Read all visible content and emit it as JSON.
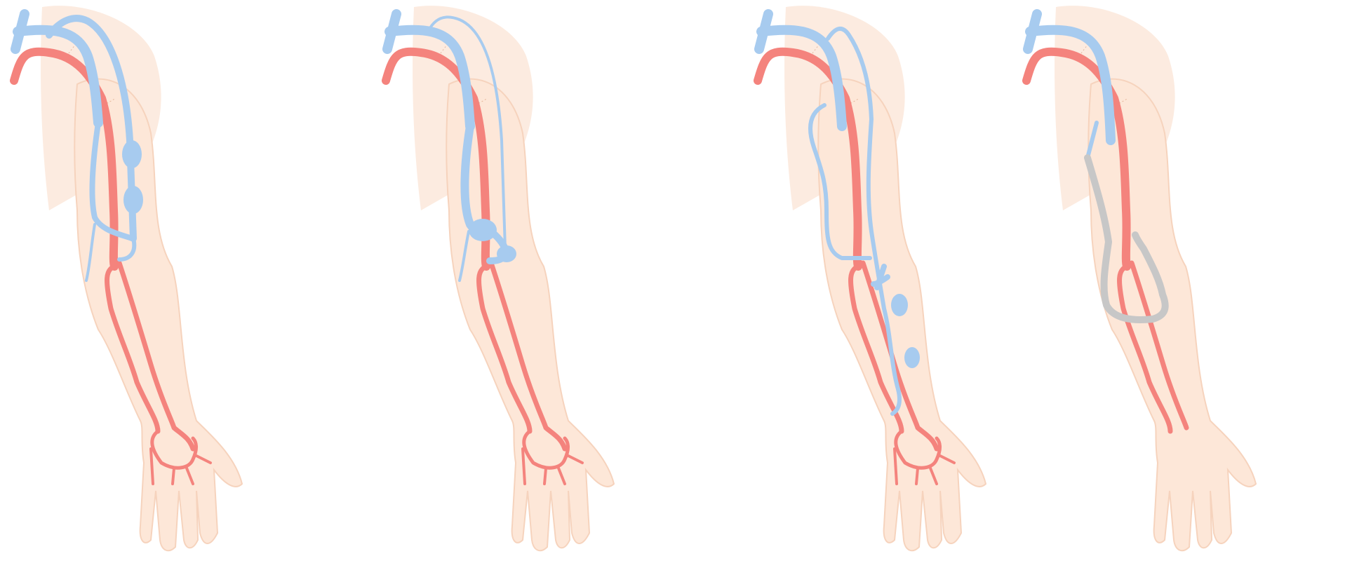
{
  "figure": {
    "panel_count": 4,
    "colors": {
      "artery": "#f4837d",
      "vein": "#a7cbef",
      "graft": "#c7c7c7",
      "skin": "#fde7d8",
      "skin_outline": "#f6d3bd"
    },
    "panels": [
      {
        "variant": "aneurysmal-basilic-vein"
      },
      {
        "variant": "cephalic-and-basilic-veins-at-elbow"
      },
      {
        "variant": "forearm-vein-with-aneurysms"
      },
      {
        "variant": "grey-loop-graft"
      }
    ]
  }
}
